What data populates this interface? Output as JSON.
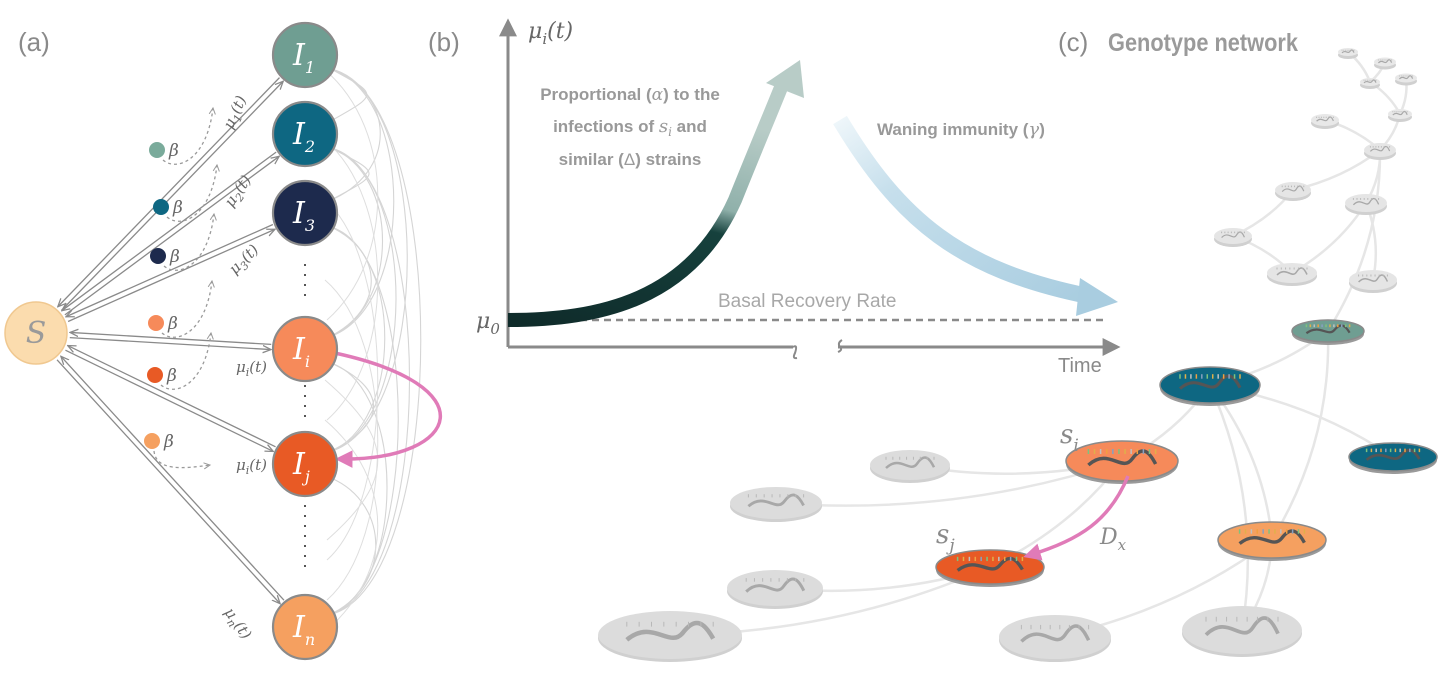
{
  "panels": {
    "a": "(a)",
    "b": "(b)",
    "c": "(c)"
  },
  "panel_a": {
    "source_node": "S",
    "infected_nodes": [
      {
        "main": "I",
        "sub": "1",
        "color": "#6f9e92"
      },
      {
        "main": "I",
        "sub": "2",
        "color": "#0e6782"
      },
      {
        "main": "I",
        "sub": "3",
        "color": "#1d2a4d"
      },
      {
        "main": "I",
        "sub": "i",
        "color": "#f68a5a"
      },
      {
        "main": "I",
        "sub": "j",
        "color": "#e85a25"
      },
      {
        "main": "I",
        "sub": "n",
        "color": "#f5a060"
      }
    ],
    "beta_label": "β",
    "rate_labels": [
      {
        "main": "μ",
        "sub": "1",
        "arg": "(t)"
      },
      {
        "main": "μ",
        "sub": "2",
        "arg": "(t)"
      },
      {
        "main": "μ",
        "sub": "3",
        "arg": "(t)"
      },
      {
        "main": "μ",
        "sub": "i",
        "arg": "(t)"
      },
      {
        "main": "μ",
        "sub": "i",
        "arg": "(t)"
      },
      {
        "main": "μ",
        "sub": "n",
        "arg": "(t)"
      }
    ],
    "beta_dot_colors": [
      "#7aab9b",
      "#0e6782",
      "#1d2a4d",
      "#f68a5a",
      "#e85a25",
      "#f5a060"
    ],
    "source_color": "#fbdcae",
    "mutation_color": "#e07bb8"
  },
  "panel_b": {
    "y_axis_main": "μ",
    "y_axis_sub": "i",
    "y_axis_arg": "(t)",
    "y0_main": "μ",
    "y0_sub": "0",
    "x_axis_label": "Time",
    "proportional_line1_pre": "Proportional (",
    "proportional_line1_sym": "α",
    "proportional_line1_post": ") to the",
    "proportional_line2_pre": "infections of ",
    "proportional_line2_sym": "s",
    "proportional_line2_sub": "i",
    "proportional_line2_post": " and",
    "proportional_line3_pre": "similar (",
    "proportional_line3_sym": "Δ",
    "proportional_line3_post": ") strains",
    "waning_pre": "Waning immunity (",
    "waning_sym": "γ",
    "waning_post": ")",
    "basal_label": "Basal Recovery Rate",
    "rise_color": "#0f2b2a",
    "waning_color": "#a9cde0"
  },
  "panel_c": {
    "title": "Genotype network",
    "si_main": "s",
    "si_sub": "i",
    "sj_main": "s",
    "sj_sub": "j",
    "dx_main": "D",
    "dx_sub": "x"
  }
}
